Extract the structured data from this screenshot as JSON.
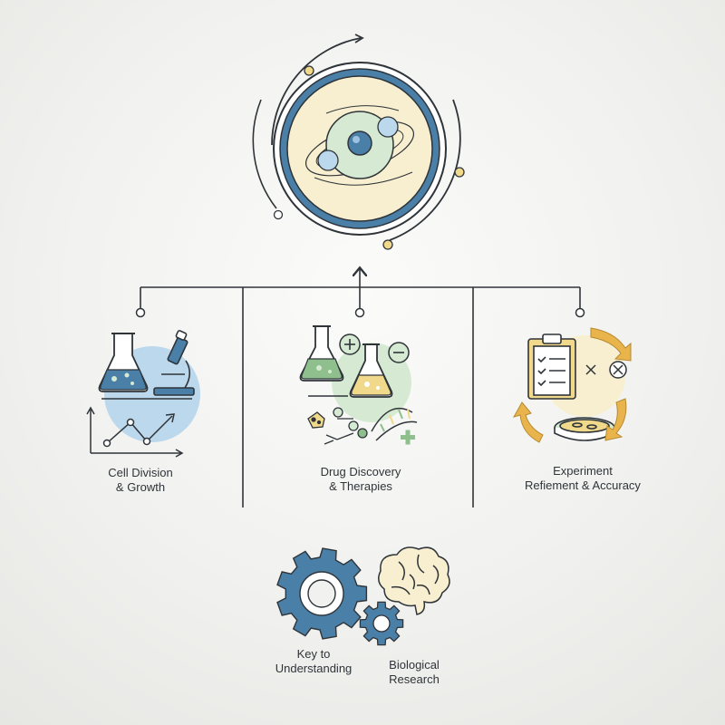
{
  "panels": [
    {
      "line1": "Cell Division",
      "line2": "& Growth"
    },
    {
      "line1": "Drug Discovery",
      "line2": "& Therapies"
    },
    {
      "line1": "Experiment",
      "line2": "Refiement & Accuracy"
    }
  ],
  "bottom": {
    "left": {
      "line1": "Key to",
      "line2": "Understanding"
    },
    "right": {
      "line1": "Biological",
      "line2": "Research"
    }
  },
  "colors": {
    "ink": "#2f3439",
    "blue": "#4a7fa8",
    "light_blue": "#bcd8ec",
    "green": "#8fbf8c",
    "light_green": "#d6ead3",
    "yellow": "#f1d98c",
    "cream": "#f7efcf",
    "orange": "#e9b44c"
  },
  "icons": [
    "cell-icon",
    "flask-icon",
    "microscope-icon",
    "growth-chart-icon",
    "plus-icon",
    "minus-icon",
    "dna-icon",
    "molecule-icon",
    "clipboard-icon",
    "petri-dish-icon",
    "cycle-arrows-icon",
    "gear-icon",
    "brain-icon"
  ]
}
